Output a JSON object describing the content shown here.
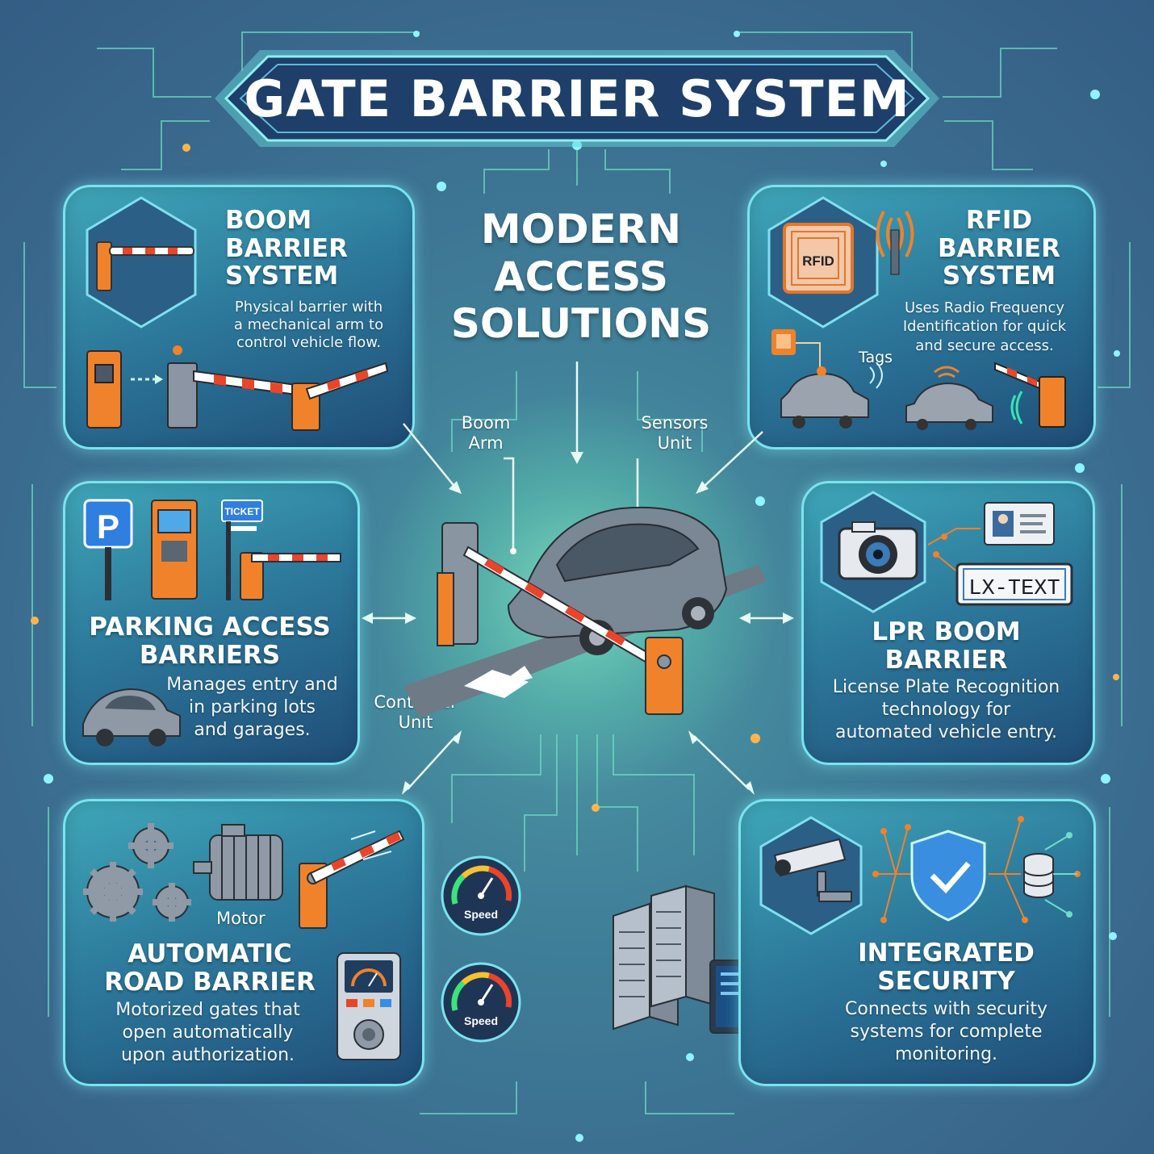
{
  "title": "GATE BARRIER SYSTEM",
  "center": {
    "heading_lines": [
      "MODERN",
      "ACCESS",
      "SOLUTIONS"
    ],
    "labels": {
      "boom_arm": [
        "Boom",
        "Arm"
      ],
      "sensors_unit": [
        "Sensors",
        "Unit"
      ],
      "controller_unit": [
        "Controller",
        "Unit"
      ]
    },
    "gauge_label": "Speed"
  },
  "cards": {
    "boom": {
      "title_lines": [
        "BOOM",
        "BARRIER",
        "SYSTEM"
      ],
      "desc_lines": [
        "Physical barrier with",
        "a mechanical arm to",
        "control vehicle flow."
      ]
    },
    "rfid": {
      "title_lines": [
        "RFID",
        "BARRIER",
        "SYSTEM"
      ],
      "desc_lines": [
        "Uses Radio Frequency",
        "Identification for quick",
        "and secure access."
      ],
      "tag_label": "RFID",
      "tags_label": "Tags"
    },
    "parking": {
      "title_lines": [
        "PARKING ACCESS",
        "BARRIERS"
      ],
      "desc_lines": [
        "Manages entry and",
        "in parking lots",
        "and garages."
      ],
      "ticket_label": "TICKET",
      "sign_letter": "P"
    },
    "lpr": {
      "title_lines": [
        "LPR BOOM",
        "BARRIER"
      ],
      "desc_lines": [
        "License Plate Recognition",
        "technology for",
        "automated vehicle entry."
      ],
      "plate_text": "LX-TEXT"
    },
    "auto": {
      "title_lines": [
        "AUTOMATIC",
        "ROAD BARRIER"
      ],
      "desc_lines": [
        "Motorized gates that",
        "open automatically",
        "upon authorization."
      ],
      "motor_label": "Motor"
    },
    "security": {
      "title_lines": [
        "INTEGRATED",
        "SECURITY"
      ],
      "desc_lines": [
        "Connects with security",
        "systems for complete",
        "monitoring."
      ]
    }
  },
  "colors": {
    "accent_cyan": "#79e3ee",
    "barrier_orange": "#f0822b",
    "shield_blue": "#3a8ee0",
    "background": "#3f7f98"
  }
}
